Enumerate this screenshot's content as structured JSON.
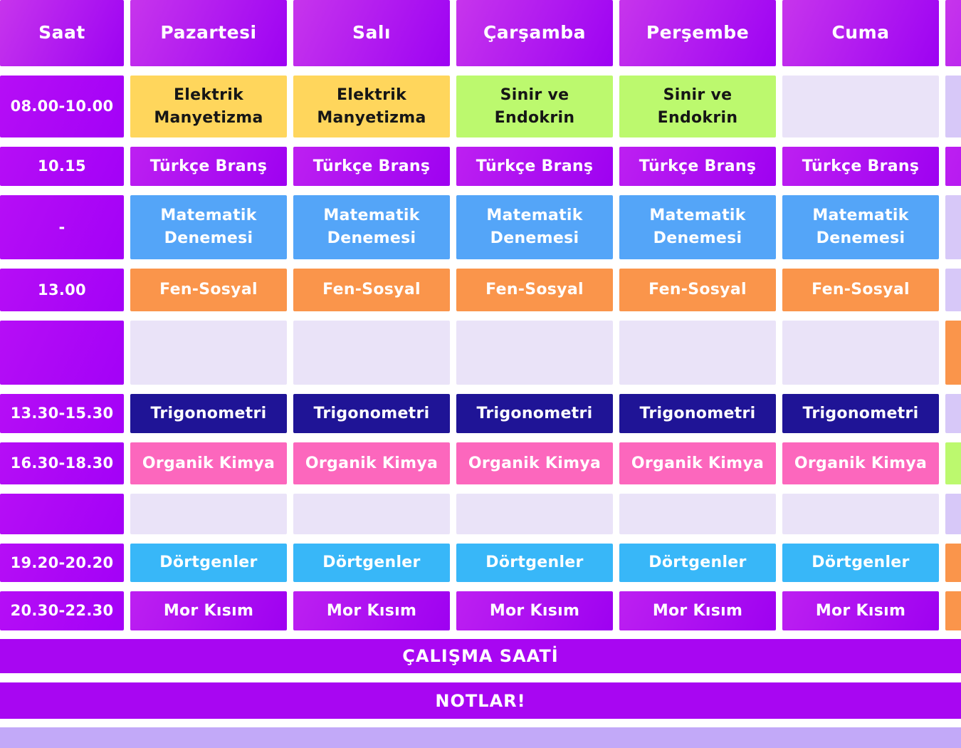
{
  "table": {
    "header": [
      {
        "label": "Saat"
      },
      {
        "label": "Pazartesi"
      },
      {
        "label": "Salı"
      },
      {
        "label": "Çarşamba"
      },
      {
        "label": "Perşembe"
      },
      {
        "label": "Cuma"
      },
      {
        "label": ""
      }
    ],
    "rows": [
      {
        "time": "08.00-10.00",
        "cells": [
          {
            "label": "Elektrik\nManyetizma",
            "color": "yellow"
          },
          {
            "label": "Elektrik\nManyetizma",
            "color": "yellow"
          },
          {
            "label": "Sinir ve\nEndokrin",
            "color": "green"
          },
          {
            "label": "Sinir ve\nEndokrin",
            "color": "green"
          },
          {
            "label": "",
            "color": "lavender"
          },
          {
            "label": "",
            "color": "lavender2"
          }
        ]
      },
      {
        "time": "10.15",
        "cells": [
          {
            "label": "Türkçe Branş",
            "color": "purple"
          },
          {
            "label": "Türkçe Branş",
            "color": "purple"
          },
          {
            "label": "Türkçe Branş",
            "color": "purple"
          },
          {
            "label": "Türkçe Branş",
            "color": "purple"
          },
          {
            "label": "Türkçe Branş",
            "color": "purple"
          },
          {
            "label": "",
            "color": "purple"
          }
        ]
      },
      {
        "time": "-",
        "cells": [
          {
            "label": "Matematik\nDenemesi",
            "color": "blue"
          },
          {
            "label": "Matematik\nDenemesi",
            "color": "blue"
          },
          {
            "label": "Matematik\nDenemesi",
            "color": "blue"
          },
          {
            "label": "Matematik\nDenemesi",
            "color": "blue"
          },
          {
            "label": "Matematik\nDenemesi",
            "color": "blue"
          },
          {
            "label": "",
            "color": "lavender2"
          }
        ]
      },
      {
        "time": "13.00",
        "cells": [
          {
            "label": "Fen-Sosyal",
            "color": "orange"
          },
          {
            "label": "Fen-Sosyal",
            "color": "orange"
          },
          {
            "label": "Fen-Sosyal",
            "color": "orange"
          },
          {
            "label": "Fen-Sosyal",
            "color": "orange"
          },
          {
            "label": "Fen-Sosyal",
            "color": "orange"
          },
          {
            "label": "",
            "color": "lavender2"
          }
        ]
      },
      {
        "time": "",
        "cells": [
          {
            "label": "",
            "color": "lavender"
          },
          {
            "label": "",
            "color": "lavender"
          },
          {
            "label": "",
            "color": "lavender"
          },
          {
            "label": "",
            "color": "lavender"
          },
          {
            "label": "",
            "color": "lavender"
          },
          {
            "label": "",
            "color": "orange"
          }
        ]
      },
      {
        "time": "13.30-15.30",
        "cells": [
          {
            "label": "Trigonometri",
            "color": "navy"
          },
          {
            "label": "Trigonometri",
            "color": "navy"
          },
          {
            "label": "Trigonometri",
            "color": "navy"
          },
          {
            "label": "Trigonometri",
            "color": "navy"
          },
          {
            "label": "Trigonometri",
            "color": "navy"
          },
          {
            "label": "",
            "color": "lavender2"
          }
        ]
      },
      {
        "time": "16.30-18.30",
        "cells": [
          {
            "label": "Organik Kimya",
            "color": "pink"
          },
          {
            "label": "Organik Kimya",
            "color": "pink"
          },
          {
            "label": "Organik Kimya",
            "color": "pink"
          },
          {
            "label": "Organik Kimya",
            "color": "pink"
          },
          {
            "label": "Organik Kimya",
            "color": "pink"
          },
          {
            "label": "",
            "color": "green"
          }
        ]
      },
      {
        "time": "",
        "cells": [
          {
            "label": "",
            "color": "lavender"
          },
          {
            "label": "",
            "color": "lavender"
          },
          {
            "label": "",
            "color": "lavender"
          },
          {
            "label": "",
            "color": "lavender"
          },
          {
            "label": "",
            "color": "lavender"
          },
          {
            "label": "",
            "color": "lavender2"
          }
        ]
      },
      {
        "time": "19.20-20.20",
        "cells": [
          {
            "label": "Dörtgenler",
            "color": "cyan"
          },
          {
            "label": "Dörtgenler",
            "color": "cyan"
          },
          {
            "label": "Dörtgenler",
            "color": "cyan"
          },
          {
            "label": "Dörtgenler",
            "color": "cyan"
          },
          {
            "label": "Dörtgenler",
            "color": "cyan"
          },
          {
            "label": "",
            "color": "orange"
          }
        ]
      },
      {
        "time": "20.30-22.30",
        "cells": [
          {
            "label": "Mor Kısım",
            "color": "purple"
          },
          {
            "label": "Mor Kısım",
            "color": "purple"
          },
          {
            "label": "Mor Kısım",
            "color": "purple"
          },
          {
            "label": "Mor Kısım",
            "color": "purple"
          },
          {
            "label": "Mor Kısım",
            "color": "purple"
          },
          {
            "label": "",
            "color": "orange"
          }
        ]
      }
    ]
  },
  "footer": {
    "bars": [
      {
        "label": "ÇALIŞMA SAATİ",
        "style": "purple"
      },
      {
        "label": "NOTLAR!",
        "style": "purple2"
      },
      {
        "label": "",
        "style": "lavender"
      }
    ]
  },
  "colors": {
    "purple": "#a802f8",
    "yellow": "#ffd65c",
    "green": "#bcf96e",
    "blue": "#54a5f8",
    "orange": "#fa954b",
    "navy": "#1f1496",
    "pink": "#fc67bd",
    "cyan": "#38b7f8",
    "lavender": "#eae3f8",
    "lavender_dark": "#d7c8f8",
    "footer_lavender": "#c2a9f8"
  }
}
